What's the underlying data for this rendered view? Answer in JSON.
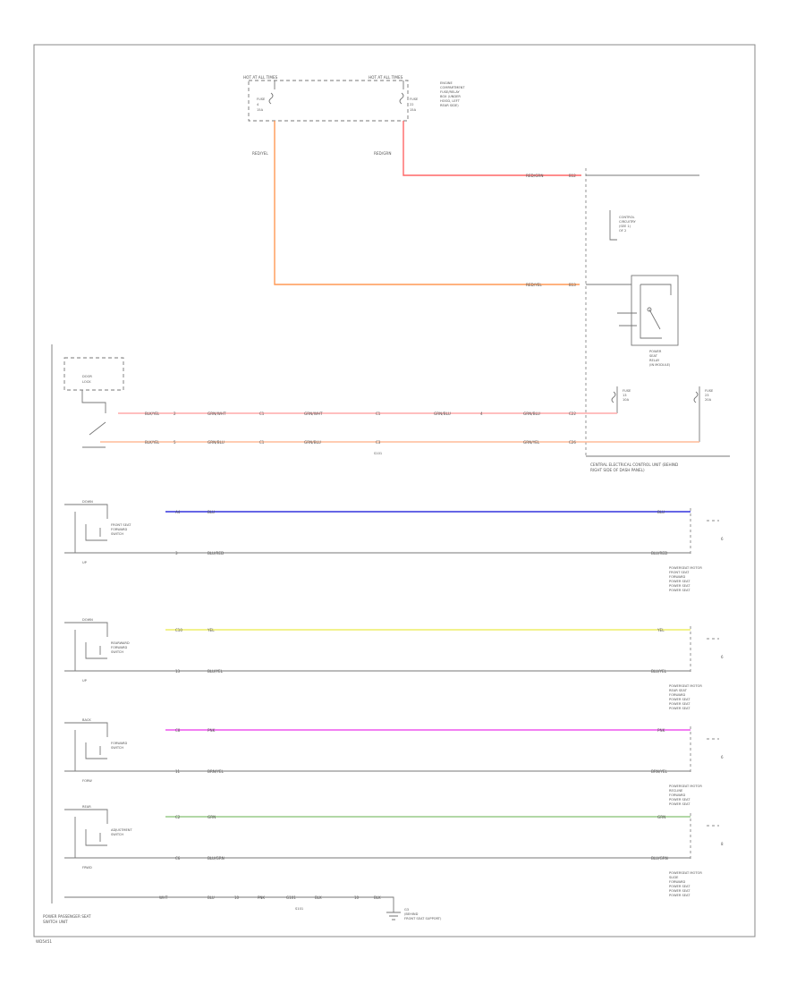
{
  "fuses": {
    "left_header": "HOT AT ALL TIMES",
    "right_header": "HOT AT ALL TIMES",
    "left_fuse": [
      "FUSE",
      "4",
      "15A"
    ],
    "right_fuse": [
      "FUSE",
      "22",
      "15A"
    ],
    "right_fuse_note": [
      "ENGINE",
      "COMPARTMENT",
      "FUSE/RELAY",
      "BOX (UNDER",
      "HOOD, LEFT",
      "REAR SIDE)"
    ],
    "left_wire": "RED/YEL",
    "right_wire": "RED/GRN"
  },
  "module": {
    "top_wire": "RED/GRN",
    "top_pin": "B12",
    "mid_wire": "RED/YEL",
    "mid_pin": "B13",
    "label_circuit": [
      "CONTROL",
      "CIRCUITRY",
      "(SEE 1)",
      "OF 2"
    ],
    "relay_label": [
      "POWER",
      "SEAT",
      "RELAY",
      "(IN MODULE)"
    ],
    "fuse_a": [
      "FUSE",
      "13",
      "10A"
    ],
    "fuse_b": [
      "FUSE",
      "23",
      "20A"
    ],
    "name": [
      "CENTRAL ELECTRICAL CONTROL UNIT (BEHIND",
      "RIGHT SIDE OF DASH PANEL)"
    ]
  },
  "door_switch": {
    "label": [
      "DOOR",
      "LOCK"
    ],
    "row1": {
      "pin_a": "BLK/YEL",
      "pin_b": "2",
      "w1": "GRN/WHT",
      "c1": "C1",
      "w2": "GRN/WHT",
      "c2": "C1",
      "w3": "GRN/BLU",
      "c3": "4",
      "w4": "GRN/BLU",
      "pin": "C22"
    },
    "row2": {
      "pin_a": "BLK/YEL",
      "pin_b": "5",
      "w1": "GRN/BLU",
      "c1": "C1",
      "w2": "GRN/BLU",
      "c2": "C3",
      "w4": "GRN/YEL",
      "pin": "C26"
    },
    "splice": "S101"
  },
  "switches": [
    {
      "label": [
        "FRONT SEAT",
        "FORWARD",
        "SWITCH"
      ],
      "top": "DOWN",
      "bottom": "UP",
      "w1_left": "BLU",
      "w1_right": "BLU",
      "w2_left": "BLU/RED",
      "w2_right": "BLU/RED",
      "pin_top": "A4",
      "pin_bot": "3",
      "pin_rt": "6",
      "w1_color": "#3333dd",
      "dest": [
        "POWERSEAT MOTOR",
        "FRONT SEAT",
        "FORWARD",
        "POWER SEAT",
        "POWER SEAT",
        "POWER SEAT"
      ]
    },
    {
      "label": [
        "REARWARD",
        "FORWARD",
        "SWITCH"
      ],
      "top": "DOWN",
      "bottom": "UP",
      "w1_left": "YEL",
      "w1_right": "YEL",
      "w2_left": "BLU/YEL",
      "w2_right": "BLU/YEL",
      "pin_top": "C10",
      "pin_bot": "13",
      "pin_rt": "6",
      "w1_color": "#eeee66",
      "dest": [
        "POWERSEAT MOTOR",
        "REAR SEAT",
        "FORWARD",
        "POWER SEAT",
        "POWER SEAT",
        "POWER SEAT"
      ]
    },
    {
      "label": [
        "FORWARD",
        "SWITCH"
      ],
      "top": "BACK",
      "bottom": "FORW",
      "w1_left": "PNK",
      "w1_right": "PNK",
      "w2_left": "BRN/YEL",
      "w2_right": "BRN/YEL",
      "pin_top": "C8",
      "pin_bot": "11",
      "pin_rt": "6",
      "w1_color": "#ee55ee",
      "dest": [
        "POWERSEAT MOTOR",
        "RECLINE",
        "FORWARD",
        "POWER SEAT",
        "POWER SEAT"
      ]
    },
    {
      "label": [
        "ADJUSTMENT",
        "SWITCH"
      ],
      "top": "REAR",
      "bottom": "FRWD",
      "w1_left": "GRN",
      "w1_right": "GRN",
      "w2_left": "BLU/GRN",
      "w2_right": "BLU/GRN",
      "pin_top": "C2",
      "pin_bot": "C6",
      "pin_rt": "8",
      "w1_color": "#99cc88",
      "dest": [
        "POWERSEAT MOTOR",
        "SLIDE",
        "FORWARD",
        "POWER SEAT",
        "POWER SEAT",
        "POWER SEAT"
      ]
    }
  ],
  "bottom": {
    "chain": [
      "WHT",
      "BLU",
      "10",
      "PNK",
      "G101",
      "BLK",
      "10",
      "BLK"
    ],
    "splice": "S101",
    "ground": [
      "G3",
      "(BEHIND",
      "FRONT SEAT SUPPORT)"
    ],
    "left_name": [
      "POWER PASSENGER SEAT",
      "SWITCH UNIT"
    ],
    "footer": "WD5451"
  }
}
